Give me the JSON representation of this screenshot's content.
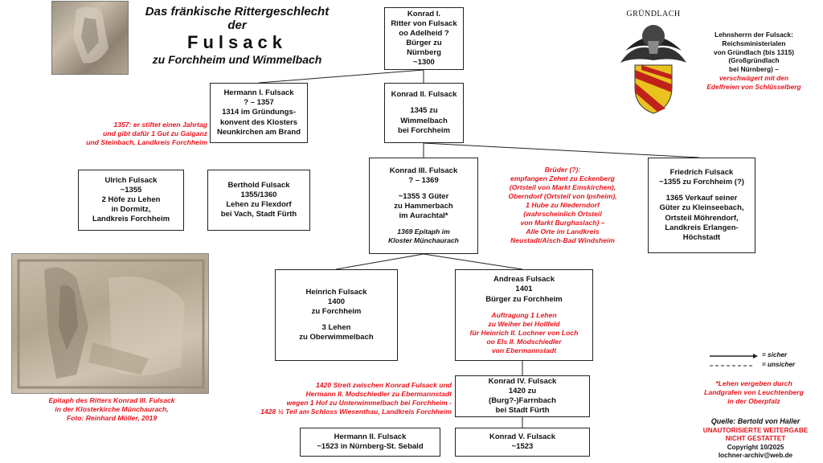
{
  "title": {
    "line1": "Das fränkische Rittergeschlecht",
    "line2": "der",
    "line3": "Fulsack",
    "line4": "zu Forchheim und Wimmelbach"
  },
  "nodes": {
    "konrad1": [
      "Konrad I.",
      "Ritter von Fulsack",
      "oo Adelheid ?",
      "Bürger zu Nürnberg",
      "~1300"
    ],
    "hermann1": [
      "Hermann I. Fulsack",
      "? – 1357",
      "1314 im Gründungs-",
      "konvent des Klosters",
      "Neunkirchen am Brand"
    ],
    "konrad2_a": [
      "Konrad II. Fulsack"
    ],
    "konrad2_b": [
      "1345 zu Wimmelbach",
      "bei Forchheim"
    ],
    "konrad3_a": [
      "Konrad III. Fulsack",
      "? – 1369"
    ],
    "konrad3_b": [
      "~1355  3 Güter",
      "zu Hammerbach",
      "im Aurachtal*"
    ],
    "konrad3_c": [
      "1369 Epitaph im",
      "Kloster Münchaurach"
    ],
    "ulrich": [
      "Ulrich Fulsack",
      "~1355",
      "2 Höfe zu Lehen",
      "in Dormitz,",
      "Landkreis Forchheim"
    ],
    "berthold": [
      "Berthold Fulsack",
      "1355/1360",
      "Lehen zu Flexdorf",
      "bei Vach, Stadt Fürth"
    ],
    "friedrich_a": [
      "Friedrich Fulsack",
      "~1355 zu Forchheim (?)"
    ],
    "friedrich_b": [
      "1365 Verkauf seiner",
      "Güter zu Kleinseebach,",
      "Ortsteil Möhrendorf,",
      "Landkreis Erlangen-Höchstadt"
    ],
    "heinrich_a": [
      "Heinrich Fulsack",
      "1400",
      "zu Forchheim"
    ],
    "heinrich_b": [
      "3 Lehen",
      "zu Oberwimmelbach"
    ],
    "andreas_a": [
      "Andreas Fulsack",
      "1401",
      "Bürger zu Forchheim"
    ],
    "andreas_b": [
      "Auftragung 1 Lehen",
      "zu Weiher bei Hollfeld",
      "für Heinrich II. Lochner von Loch",
      "oo Els II. Modschiedler",
      "von Ebermannstadt"
    ],
    "konrad4": [
      "Konrad IV. Fulsack",
      "1420 zu",
      "(Burg?-)Farrnbach",
      "bei Stadt Fürth"
    ],
    "hermann2": [
      "Hermann II. Fulsack",
      "~1523 in Nürnberg-St. Sebald"
    ],
    "konrad5": [
      "Konrad V. Fulsack",
      "~1523"
    ]
  },
  "notes": {
    "jahrtag": [
      "1357: er stiftet einen Jahrtag",
      "und gibt dafür 1 Gut zu Gaiganz",
      "und Steinbach, Landkreis Forchheim"
    ],
    "brueder": [
      "Brüder (?):",
      "empfangen Zehnt zu Eckenberg",
      "(Ortsteil von Markt Emskirchen),",
      "Oberndorf (Ortsteil von Ipsheim),",
      "1 Hube zu Niederndorf",
      "(wahrscheinlich Ortsteil",
      "von Markt Burghaslach) –",
      "Alle Orte im Landkreis",
      "Neustadt/Aisch-Bad Windsheim"
    ],
    "streit": [
      "1420 Streit zwischen Konrad Fulsack und",
      "Hermann II. Modschiedler zu Ebermannstadt",
      "wegen 1 Hof zu Unterwimmelbach bei Forchheim -",
      "1428 ½ Teil am Schloss Wiesenthau, Landkreis Forchheim"
    ],
    "epitaph": [
      "Epitaph des Ritters Konrad III. Fulsack",
      "in der Klosterkirche Münchaurach,",
      "Foto: Reinhard Möller, 2019"
    ],
    "lehensherrn_black": [
      "Lehnsherrn der Fulsack:",
      "Reichsministerialen",
      "von Gründlach (bis 1315)",
      "(Großgründlach",
      "bei Nürnberg) –"
    ],
    "lehensherrn_red": [
      "verschwägert mit den",
      "Edelfreien von Schlüsselberg"
    ],
    "lehen_footnote": [
      "*Lehen vergeben durch",
      "Landgrafen von Leuchtenberg",
      "in der Oberpfalz"
    ],
    "quelle": "Quelle: Bertold von Haller",
    "unauth": [
      "UNAUTORISIERTE  WEITERGABE",
      "NICHT GESTATTET"
    ],
    "copyright": "Copyright 10/2025",
    "email": "lochner-archiv@web.de"
  },
  "legend": {
    "sicher": "= sicher",
    "unsicher": "= unsicher"
  },
  "coat_of_arms": {
    "label": "GRÜNDLACH"
  },
  "colors": {
    "red": "#e8141c",
    "line": "#222222",
    "stone": "#b9ad9a"
  }
}
